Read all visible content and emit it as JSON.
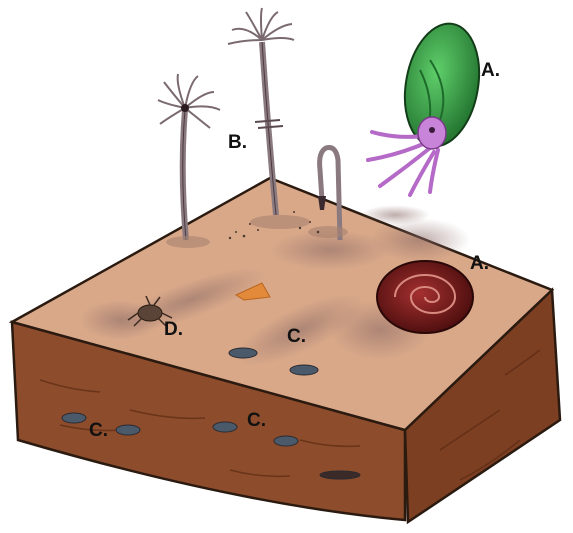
{
  "labels": {
    "a_ammonite_living": "A.",
    "b_crinoids": "B.",
    "a_ammonite_fossil": "A.",
    "d_trilobite": "D.",
    "c_surface": "C.",
    "c_buried_left": "C.",
    "c_buried_mid": "C."
  },
  "colors": {
    "soil_top": "#d9a88a",
    "soil_side": "#8a4a2a",
    "outline": "#2a1a10",
    "ammonite_shell": "#2f8f3f",
    "ammonite_body": "#c27ad6",
    "fossil_ammonite": "#7a1a1a",
    "crinoid_stem": "#8a7a80",
    "buried_fossil": "#4a5a6a"
  }
}
